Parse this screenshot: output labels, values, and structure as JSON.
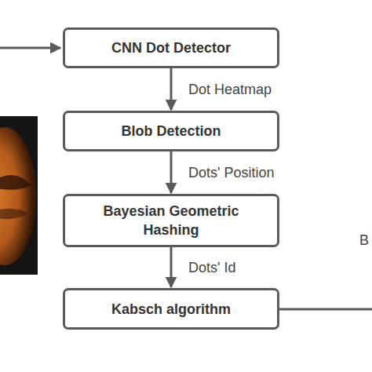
{
  "diagram": {
    "nodes": [
      {
        "text": [
          "CNN Dot Detector"
        ]
      },
      {
        "text": [
          "Blob Detection"
        ]
      },
      {
        "text": [
          "Bayesian Geometric Hashing"
        ]
      },
      {
        "text": [
          "Kabsch algorithm"
        ]
      }
    ],
    "edges": [
      {
        "from": 0,
        "to": 1,
        "label": "Dot Heatmap",
        "arrow": "to"
      },
      {
        "from": 1,
        "to": 2,
        "label": "Dots' Position",
        "arrow": "to"
      },
      {
        "from": 2,
        "to": 3,
        "label": "Dots' Id",
        "arrow": "to"
      }
    ],
    "labels": [
      "B"
    ]
  }
}
